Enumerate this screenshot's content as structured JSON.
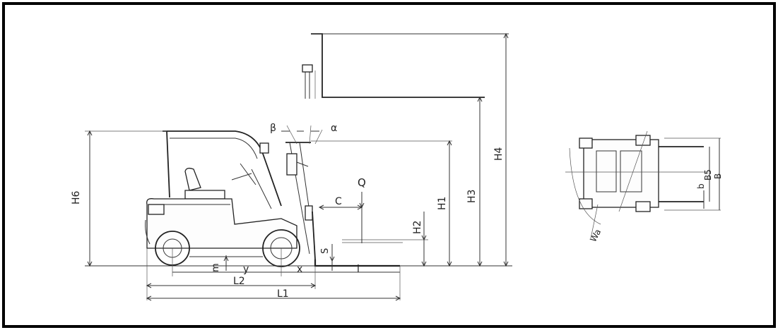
{
  "diagram": {
    "type": "forklift dimension drawing",
    "labels": {
      "H6": "H6",
      "H1": "H1",
      "H2": "H2",
      "H3": "H3",
      "H4": "H4",
      "Q": "Q",
      "C": "C",
      "S": "S",
      "beta": "β",
      "alpha": "α",
      "m": "m",
      "y": "y",
      "x": "x",
      "l": "l",
      "L2": "L2",
      "L1": "L1",
      "b": "b",
      "B5": "B5",
      "B": "B",
      "Wa": "Wa"
    },
    "colors": {
      "line": "#333333",
      "background": "#ffffff",
      "frame": "#000000"
    }
  }
}
